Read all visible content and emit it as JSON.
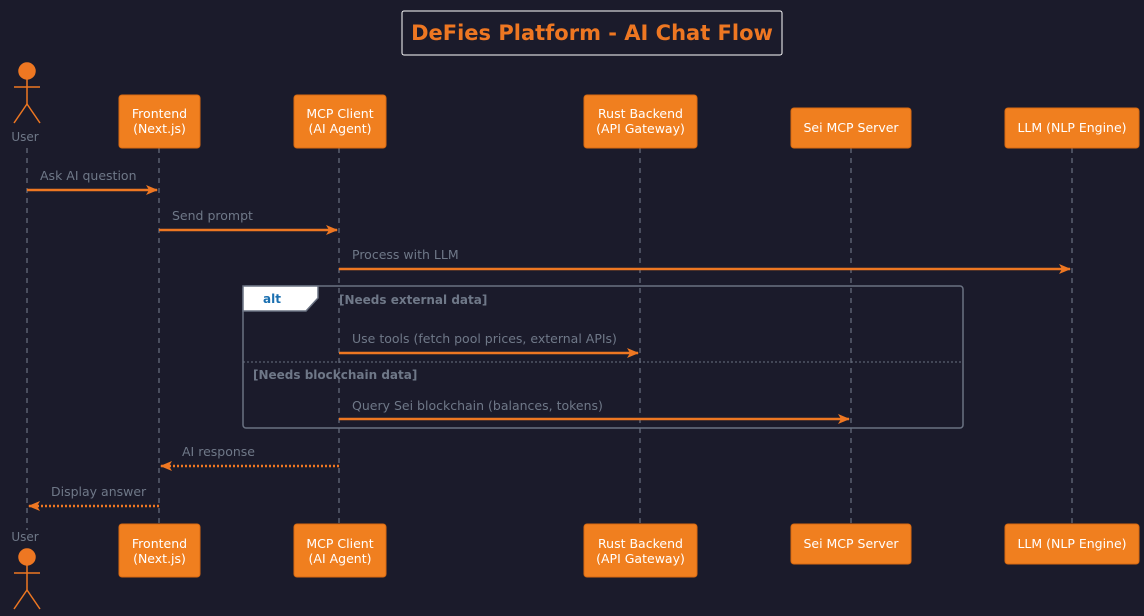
{
  "title": "DeFies Platform - AI Chat Flow",
  "colors": {
    "background": "#1b1b2b",
    "accent": "#ee7722",
    "participant_fill": "#f07f1f",
    "participant_text": "#ffffff",
    "message_text": "#6f7888",
    "lifeline": "#7a8090",
    "fragment_border": "#6a7282",
    "fragment_tab_text": "#1a6fb0",
    "fragment_tab_fill": "#ffffff"
  },
  "participants": [
    {
      "id": "user",
      "kind": "actor",
      "lines": [
        "User"
      ]
    },
    {
      "id": "frontend",
      "kind": "box",
      "lines": [
        "Frontend",
        "(Next.js)"
      ]
    },
    {
      "id": "mcp_client",
      "kind": "box",
      "lines": [
        "MCP Client",
        "(AI Agent)"
      ]
    },
    {
      "id": "rust_backend",
      "kind": "box",
      "lines": [
        "Rust Backend",
        "(API Gateway)"
      ]
    },
    {
      "id": "sei_mcp",
      "kind": "box",
      "lines": [
        "Sei MCP Server"
      ]
    },
    {
      "id": "llm",
      "kind": "box",
      "lines": [
        "LLM (NLP Engine)"
      ]
    }
  ],
  "messages": [
    {
      "from": "user",
      "to": "frontend",
      "label": "Ask AI question",
      "style": "solid"
    },
    {
      "from": "frontend",
      "to": "mcp_client",
      "label": "Send prompt",
      "style": "solid"
    },
    {
      "from": "mcp_client",
      "to": "llm",
      "label": "Process with LLM",
      "style": "solid"
    },
    {
      "from": "mcp_client",
      "to": "rust_backend",
      "label": "Use tools (fetch pool prices, external APIs)",
      "style": "solid"
    },
    {
      "from": "mcp_client",
      "to": "sei_mcp",
      "label": "Query Sei blockchain (balances, tokens)",
      "style": "solid"
    },
    {
      "from": "mcp_client",
      "to": "frontend",
      "label": "AI response",
      "style": "dotted"
    },
    {
      "from": "frontend",
      "to": "user",
      "label": "Display answer",
      "style": "dotted"
    }
  ],
  "fragment": {
    "keyword": "alt",
    "sections": [
      {
        "condition": "[Needs external data]"
      },
      {
        "condition": "[Needs blockchain data]"
      }
    ]
  }
}
